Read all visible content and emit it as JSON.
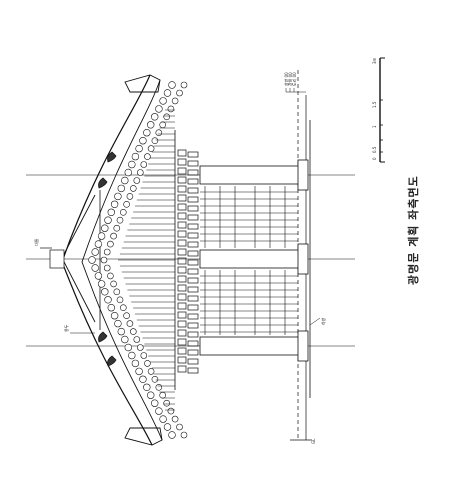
{
  "drawing": {
    "title": "광명문 계획 좌측면도",
    "level_label": "GL",
    "center_tag": "대들",
    "left_tag": "용두",
    "eave_note": "하방",
    "note_lines": [
      "창방 00",
      "장혀 00",
      "도리 00"
    ],
    "scale_labels": [
      "0",
      "0.5",
      "1",
      "1.5",
      "3m"
    ]
  }
}
